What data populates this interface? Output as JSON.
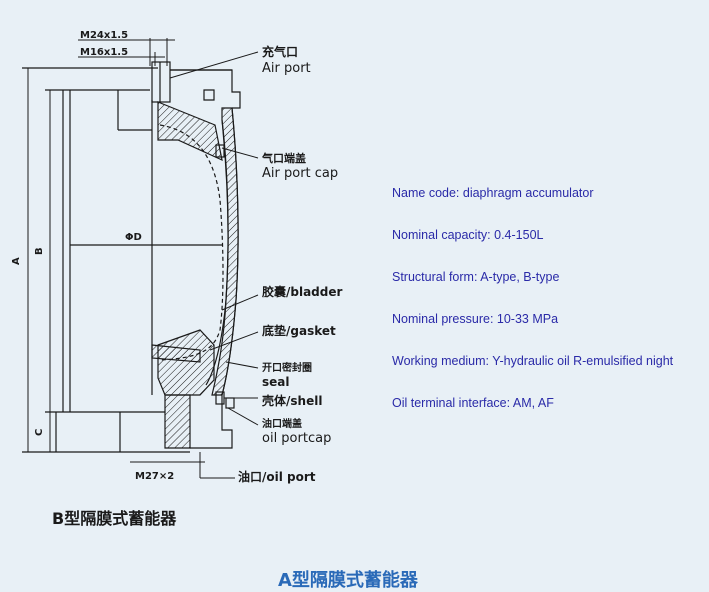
{
  "diagram": {
    "dims": {
      "m24": "M24x1.5",
      "m16": "M16x1.5",
      "phi_d": "ΦD",
      "a": "A",
      "b": "B",
      "c": "C",
      "m27": "M27×2"
    },
    "labels": {
      "air_port_cn": "充气口",
      "air_port_en": "Air port",
      "air_port_cap_cn": "气口端盖",
      "air_port_cap_en": "Air port cap",
      "bladder": "胶囊/bladder",
      "gasket": "底垫/gasket",
      "seal_cn": "开口密封圈",
      "seal_en": "seal",
      "shell": "壳体/shell",
      "oil_port_cap_cn": "油口端盖",
      "oil_port_cap_en": "oil portcap",
      "oil_port": "油口/oil port"
    },
    "caption": "B型隔膜式蓄能器"
  },
  "specs": [
    "Name code: diaphragm accumulator",
    "Nominal capacity: 0.4-150L",
    "Structural form: A-type, B-type",
    "Nominal pressure: 10-33 MPa",
    "Working medium: Y-hydraulic oil R-emulsified night",
    "Oil terminal interface: AM, AF"
  ],
  "bottom_caption": "A型隔膜式蓄能器",
  "colors": {
    "background": "#e8f0f6",
    "line": "#1a1a1a",
    "spec_text": "#2a2aa8",
    "bottom_caption": "#2a6ab8"
  }
}
